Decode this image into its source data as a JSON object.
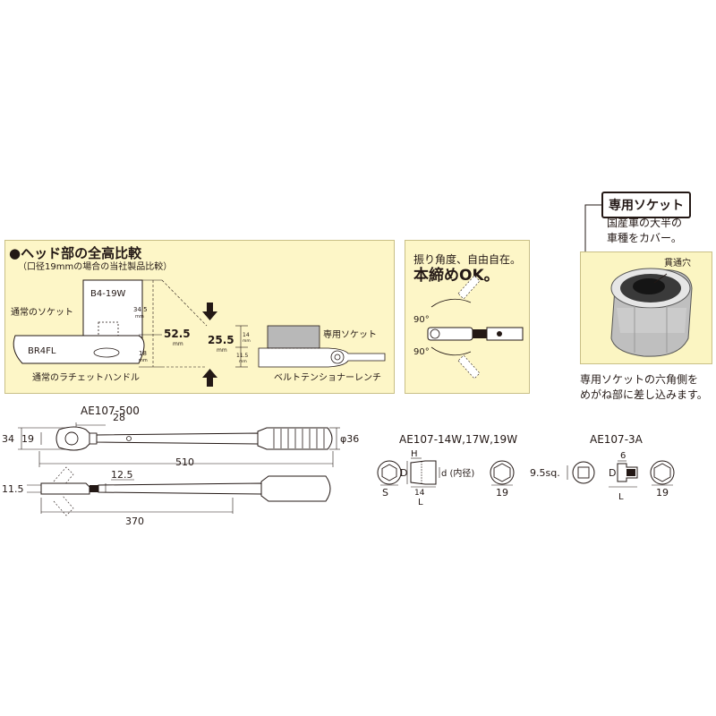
{
  "comparison": {
    "title": "●ヘッド部の全高比較",
    "subtitle": "（口径19mmの場合の当社製品比較）",
    "normal_socket_label": "通常のソケット",
    "socket_model": "B4-19W",
    "handle_model": "BR4FL",
    "normal_handle_label": "通常のラチェットハンドル",
    "dim_34_5": "34.5",
    "dim_18": "18",
    "unit_mm": "mm",
    "total_normal": "52.5",
    "total_special": "25.5",
    "dim_14": "14",
    "dim_11_5": "11.5",
    "special_socket_label": "専用ソケット",
    "wrench_label": "ベルトテンショナーレンチ"
  },
  "swing": {
    "line1": "振り角度、自由自在。",
    "line2": "本締めOK。",
    "angle_top": "90°",
    "angle_bottom": "90°"
  },
  "socket_callout": {
    "title": "専用ソケット",
    "desc1": "国産車の大半の",
    "desc2": "車種をカバー。",
    "hole_label": "貫通穴",
    "caption1": "専用ソケットの六角側を",
    "caption2": "めがね部に差し込みます。"
  },
  "dimensions": {
    "model_main": "AE107-500",
    "d28": "28",
    "d34": "34",
    "d19": "19",
    "d510": "510",
    "phi36": "φ36",
    "d11_5": "11.5",
    "d12_5": "12.5",
    "d370": "370",
    "model_socket": "AE107-14W,17W,19W",
    "H": "H",
    "D": "D",
    "S": "S",
    "L": "L",
    "d_inner": "d (内径)",
    "s14": "14",
    "s19": "19",
    "model_adapter": "AE107-3A",
    "sq": "9.5sq.",
    "a6": "6",
    "aD": "D",
    "aL": "L",
    "a19": "19"
  }
}
